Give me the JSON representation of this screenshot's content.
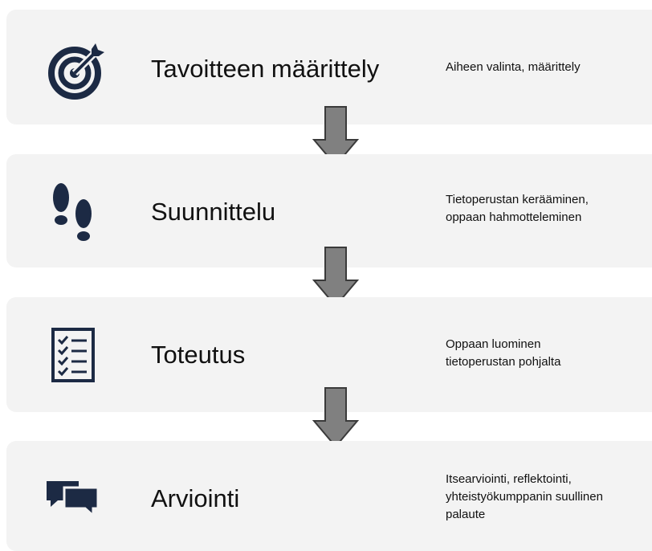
{
  "colors": {
    "icon": "#1c2a44",
    "stage_bg": "#f3f3f3",
    "arrow_fill": "#808080",
    "arrow_stroke": "#3a3a3a",
    "text": "#111111"
  },
  "stages": [
    {
      "icon": "target-icon",
      "title": "Tavoitteen määrittely",
      "description": [
        "Aiheen valinta, määrittely"
      ]
    },
    {
      "icon": "footprints-icon",
      "title": "Suunnittelu",
      "description": [
        "Tietoperustan kerääminen,",
        "oppaan hahmotteleminen"
      ]
    },
    {
      "icon": "checklist-icon",
      "title": "Toteutus",
      "description": [
        "Oppaan luominen",
        "tietoperustan pohjalta"
      ]
    },
    {
      "icon": "chat-bubbles-icon",
      "title": "Arviointi",
      "description": [
        "Itsearviointi, reflektointi,",
        "yhteistyökumppanin suullinen",
        "palaute"
      ]
    }
  ],
  "connectors": [
    "down-arrow-icon",
    "down-arrow-icon",
    "down-arrow-icon"
  ]
}
